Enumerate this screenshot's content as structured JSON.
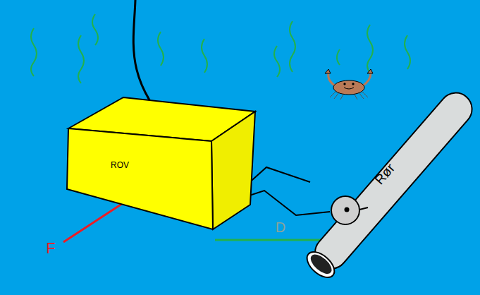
{
  "diagram": {
    "nodes": [
      {
        "text": [
          "ROV"
        ]
      },
      {
        "text": [
          "Rør"
        ]
      }
    ],
    "labels": [
      "F",
      "D"
    ]
  }
}
